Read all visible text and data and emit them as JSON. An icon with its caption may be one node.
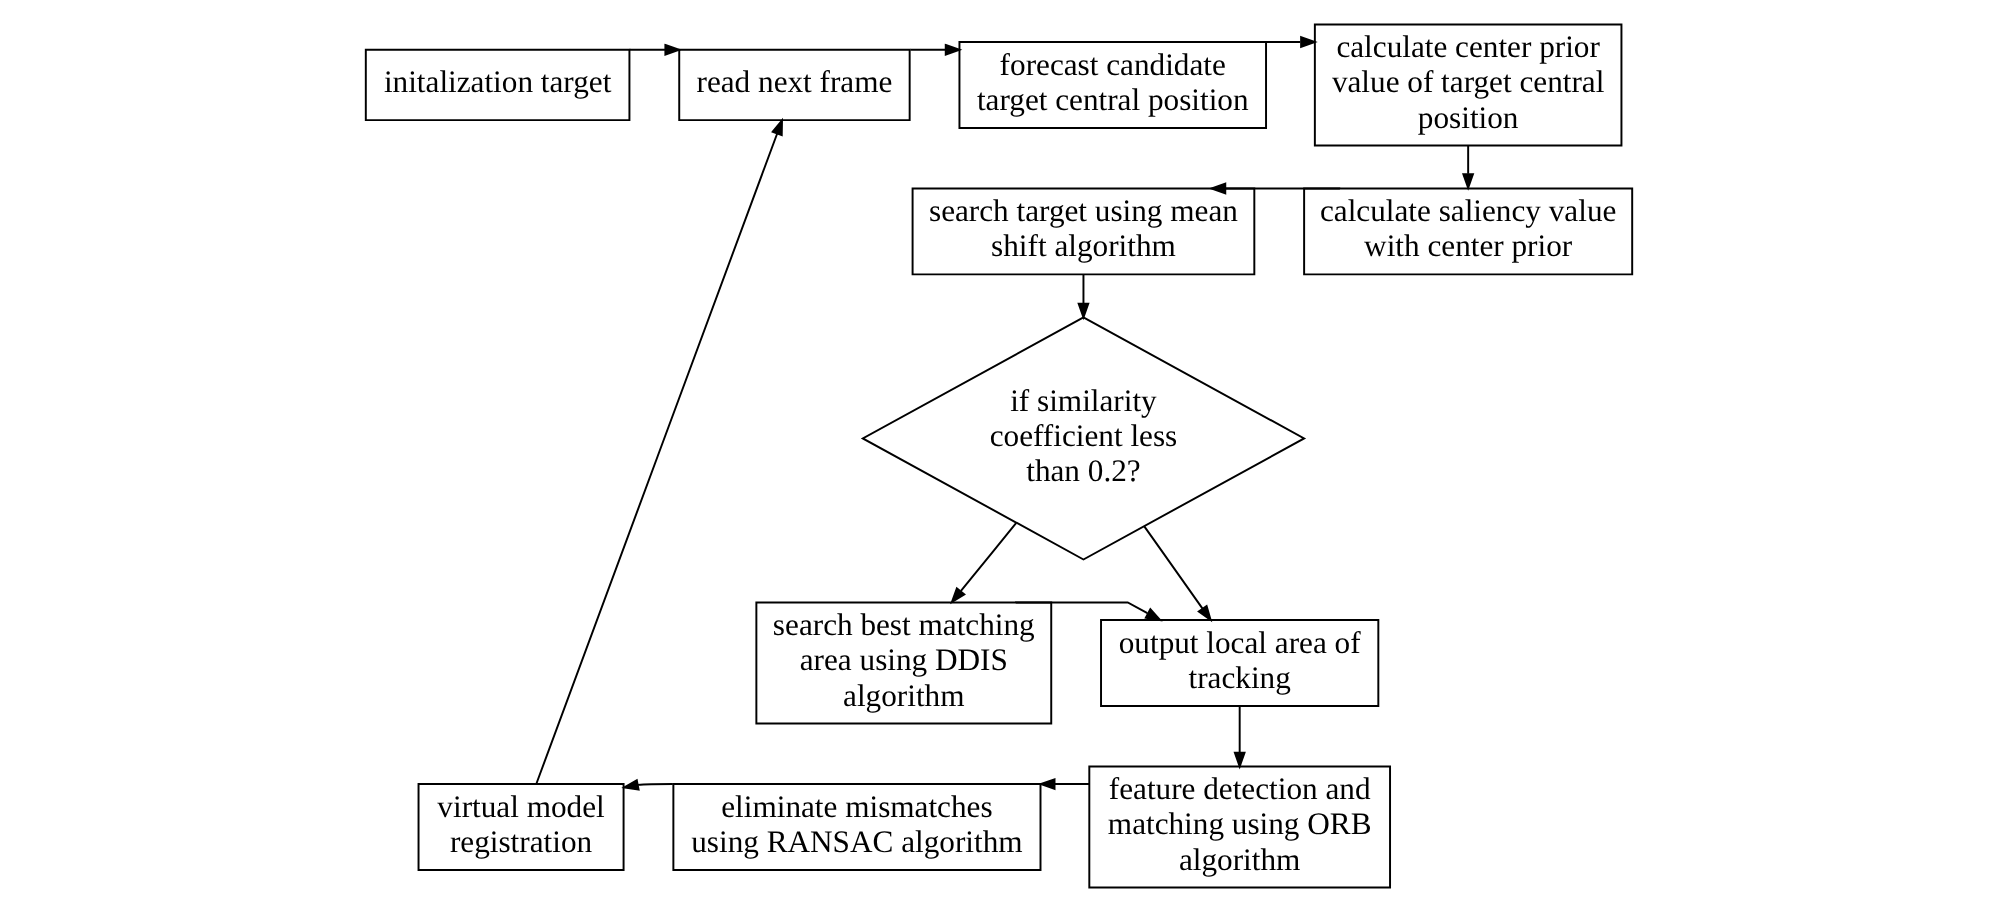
{
  "diagram": {
    "nodes": [
      {
        "text": [
          "initalization target"
        ]
      },
      {
        "text": [
          "read next frame"
        ]
      },
      {
        "text": [
          "forecast candidate target central position"
        ]
      },
      {
        "text": [
          "calculate center prior value of target central position"
        ]
      },
      {
        "text": [
          "calculate saliency value with center prior"
        ]
      },
      {
        "text": [
          "search target using mean shift algorithm"
        ]
      },
      {
        "text": [
          "if similarity coefficient less than 0.2?"
        ]
      },
      {
        "text": [
          "search best matching area using DDIS algorithm"
        ]
      },
      {
        "text": [
          "output local area of tracking"
        ]
      },
      {
        "text": [
          "feature detection and matching using ORB algorithm"
        ]
      },
      {
        "text": [
          "eliminate mismatches using RANSAC algorithm"
        ]
      },
      {
        "text": [
          "virtual model registration"
        ]
      }
    ],
    "edges": [
      {
        "from": 0,
        "to": 1,
        "arrow": "to"
      },
      {
        "from": 1,
        "to": 2,
        "arrow": "to"
      },
      {
        "from": 2,
        "to": 3,
        "arrow": "to"
      },
      {
        "from": 3,
        "to": 4,
        "arrow": "to"
      },
      {
        "from": 4,
        "to": 5,
        "arrow": "to"
      },
      {
        "from": 5,
        "to": 6,
        "arrow": "to"
      },
      {
        "from": 6,
        "to": 7,
        "arrow": "to"
      },
      {
        "from": 6,
        "to": 8,
        "arrow": "to"
      },
      {
        "from": 7,
        "to": 8,
        "arrow": "to"
      },
      {
        "from": 8,
        "to": 9,
        "arrow": "to"
      },
      {
        "from": 9,
        "to": 10,
        "arrow": "to"
      },
      {
        "from": 10,
        "to": 11,
        "arrow": "to"
      },
      {
        "from": 11,
        "to": 1,
        "arrow": "to"
      }
    ]
  }
}
